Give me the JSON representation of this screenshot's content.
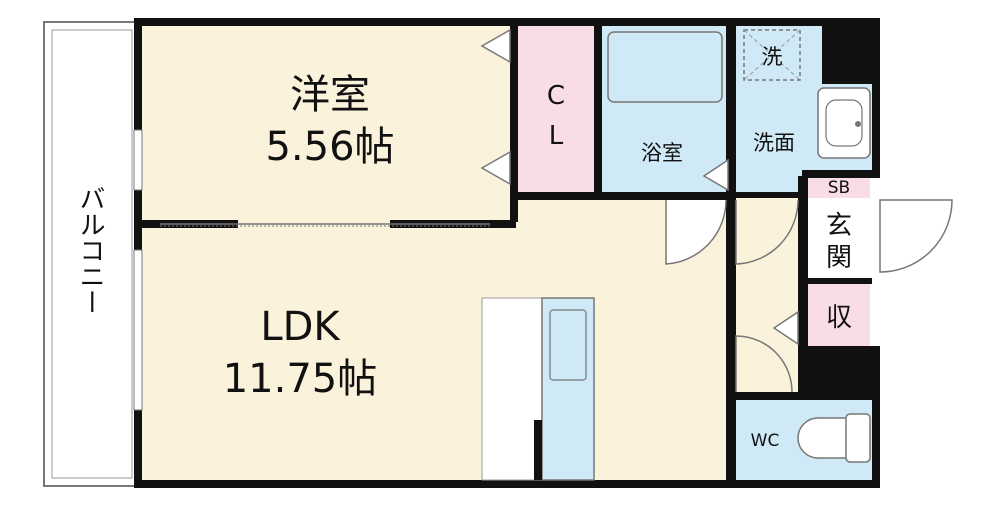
{
  "rooms": {
    "western": {
      "name": "洋室",
      "size": "5.56帖"
    },
    "ldk": {
      "name": "LDK",
      "size": "11.75帖"
    },
    "closet": {
      "line1": "C",
      "line2": "L"
    },
    "bath": {
      "name": "浴室"
    },
    "washroom": {
      "name": "洗面"
    },
    "washer": {
      "name": "洗"
    },
    "shoebox": {
      "name": "SB"
    },
    "entrance": {
      "line1": "玄",
      "line2": "関"
    },
    "storage": {
      "name": "収"
    },
    "toilet": {
      "name": "WC"
    },
    "balcony": {
      "name": "バルコニー"
    }
  },
  "colors": {
    "room_fill": "#fbf2dc",
    "closet_fill": "#f9dde6",
    "wet_fill": "#cfeaf6",
    "wall": "#111111",
    "line": "#777777"
  }
}
